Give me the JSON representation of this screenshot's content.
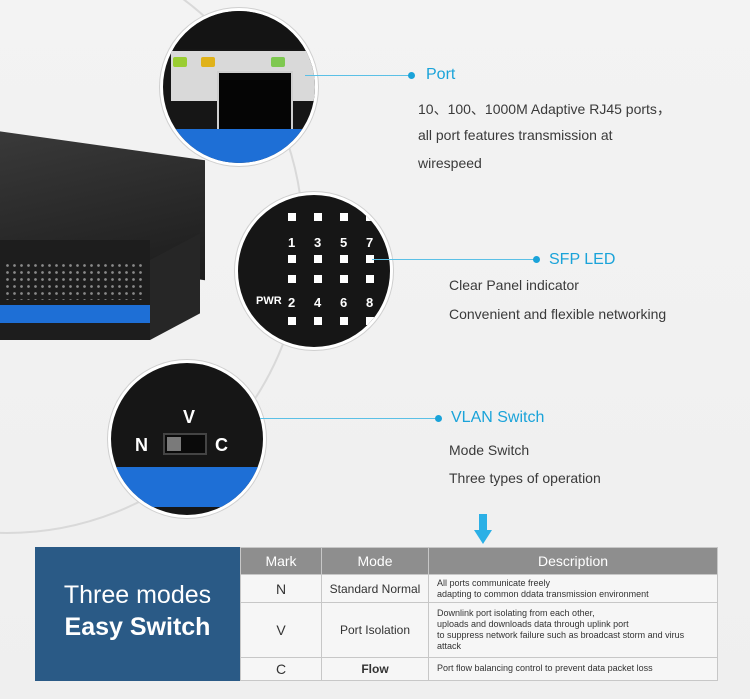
{
  "features": [
    {
      "title": "Port",
      "lines": [
        "10、100、1000M Adaptive RJ45 ports，",
        "all port features transmission at",
        "wirespeed"
      ]
    },
    {
      "title": "SFP LED",
      "lines": [
        "Clear Panel indicator",
        "Convenient and flexible networking"
      ]
    },
    {
      "title": "VLAN Switch",
      "lines": [
        "Mode Switch",
        "Three types of operation"
      ]
    }
  ],
  "led_panel": {
    "top_numbers": [
      "1",
      "3",
      "5",
      "7"
    ],
    "bottom_numbers": [
      "2",
      "4",
      "6",
      "8"
    ],
    "pwr_label": "PWR"
  },
  "vlan_switch_labels": {
    "n": "N",
    "v": "V",
    "c": "C"
  },
  "panel": {
    "line1": "Three modes",
    "line2": "Easy Switch"
  },
  "table": {
    "headers": [
      "Mark",
      "Mode",
      "Description"
    ],
    "rows": [
      {
        "mark": "N",
        "mode": "Standard Normal",
        "desc": [
          "All ports communicate freely",
          "adapting to common ddata transmission environment"
        ]
      },
      {
        "mark": "V",
        "mode": "Port Isolation",
        "desc": [
          "Downlink port isolating from each other,",
          "uploads and downloads data through uplink port",
          "to suppress network failure such as broadcast storm and virus attack"
        ]
      },
      {
        "mark": "C",
        "mode": "Flow",
        "desc": [
          "Port flow balancing control to prevent data packet loss"
        ]
      }
    ]
  },
  "colors": {
    "accent": "#1aa3d9",
    "panel": "#2a5a86",
    "header": "#8e8e8e",
    "stripe": "#1e6fd6"
  }
}
